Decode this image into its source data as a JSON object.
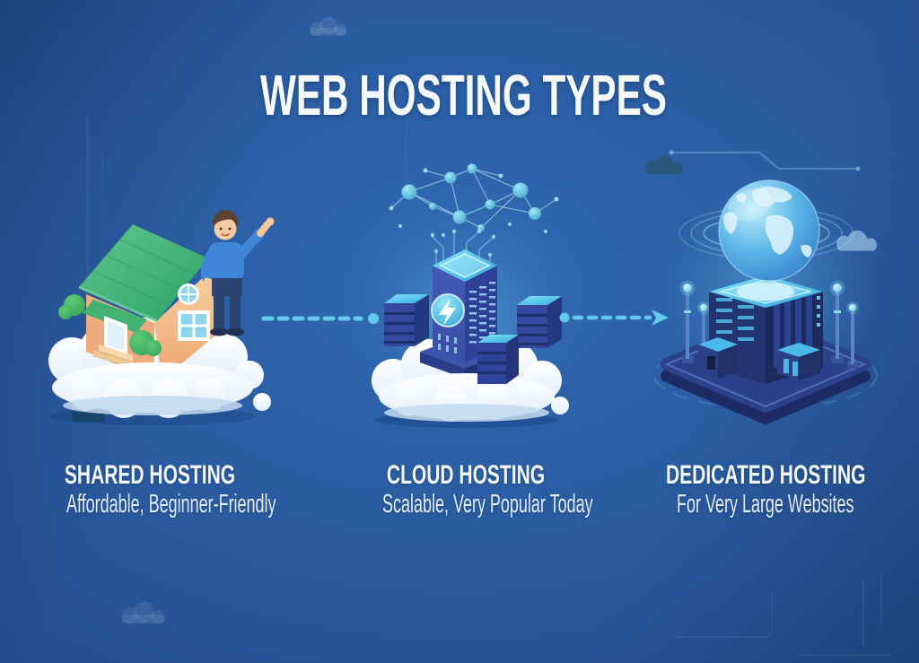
{
  "title": "WEB HOSTING TYPES",
  "sections": [
    {
      "heading": "SHARED HOSTING",
      "subheading": "Affordable, Beginner-Friendly",
      "illustration": "house-on-cloud-with-waving-man"
    },
    {
      "heading": "CLOUD HOSTING",
      "subheading": "Scalable, Very Popular Today",
      "illustration": "server-towers-on-cloud-with-network-nodes"
    },
    {
      "heading": "DEDICATED HOSTING",
      "subheading": "For Very Large Websites",
      "illustration": "holographic-globe-over-server-building"
    }
  ],
  "connectors": [
    {
      "from": "shared-hosting",
      "to": "cloud-hosting",
      "style": "dashed-line-with-end-dot"
    },
    {
      "from": "cloud-hosting",
      "to": "dedicated-hosting",
      "style": "dot-dashed-line-with-arrowhead"
    }
  ],
  "colors": {
    "background_center": "#3069b2",
    "background_edge": "#1b3a6e",
    "accent_cyan": "#5ec9ed",
    "text": "#f4f9fd"
  }
}
